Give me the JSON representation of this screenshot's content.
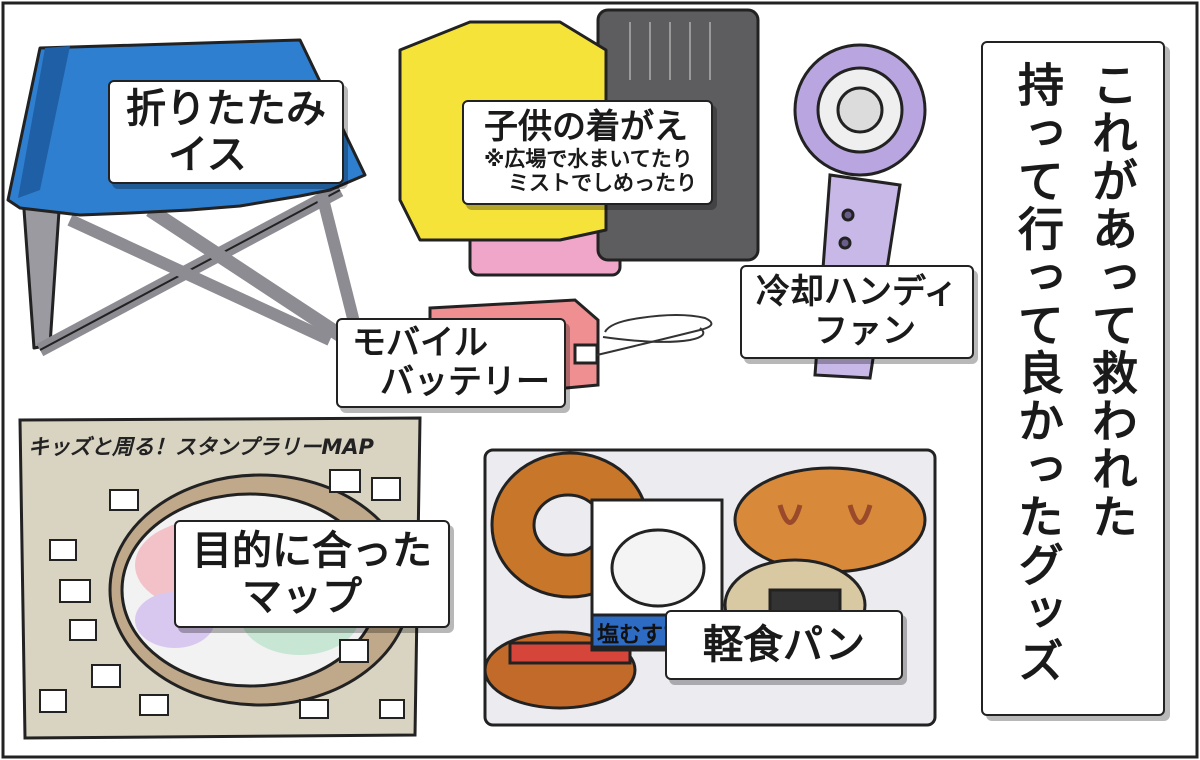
{
  "labels": {
    "chair": [
      "折りたたみ",
      "イス"
    ],
    "clothes_title": "子供の着がえ",
    "clothes_note": [
      "※広場で水まいてたり",
      "ミストでしめったり"
    ],
    "fan": [
      "冷却ハンディ",
      "ファン"
    ],
    "battery": [
      "モバイル",
      "バッテリー"
    ],
    "map_header": "キッズと周る！スタンプラリーMAP",
    "map": [
      "目的に合った",
      "マップ"
    ],
    "snacks": "軽食パン",
    "bread_tag": "塩むすび"
  },
  "headline": [
    "これがあって救われた",
    "持って行って良かったグッズ"
  ]
}
